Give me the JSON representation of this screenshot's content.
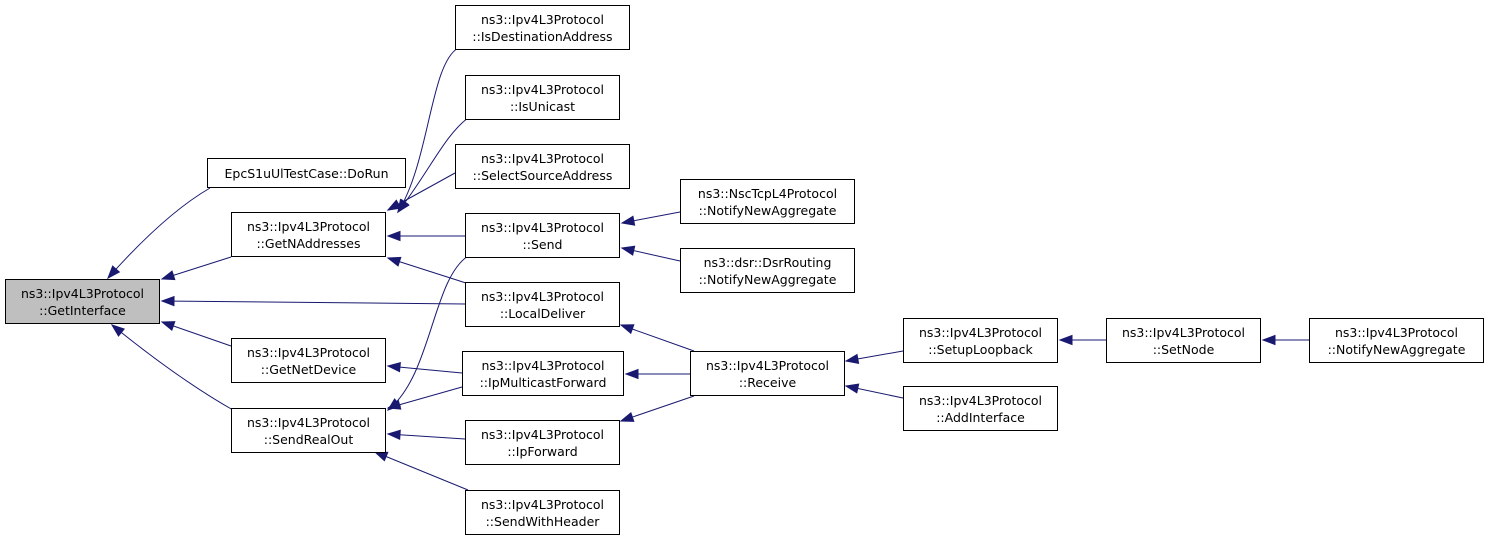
{
  "graph": {
    "edge_color": "#191970",
    "focus_fill": "#bfbfbf",
    "nodes": [
      {
        "id": "getinterface",
        "lines": [
          "ns3::Ipv4L3Protocol",
          "::GetInterface"
        ],
        "focus": true
      },
      {
        "id": "epcdorun",
        "lines": [
          "EpcS1uUlTestCase::DoRun"
        ]
      },
      {
        "id": "getnaddresses",
        "lines": [
          "ns3::Ipv4L3Protocol",
          "::GetNAddresses"
        ]
      },
      {
        "id": "getnetdevice",
        "lines": [
          "ns3::Ipv4L3Protocol",
          "::GetNetDevice"
        ]
      },
      {
        "id": "sendrealout",
        "lines": [
          "ns3::Ipv4L3Protocol",
          "::SendRealOut"
        ]
      },
      {
        "id": "isdestinationaddress",
        "lines": [
          "ns3::Ipv4L3Protocol",
          "::IsDestinationAddress"
        ]
      },
      {
        "id": "isunicast",
        "lines": [
          "ns3::Ipv4L3Protocol",
          "::IsUnicast"
        ]
      },
      {
        "id": "selectsourceaddress",
        "lines": [
          "ns3::Ipv4L3Protocol",
          "::SelectSourceAddress"
        ]
      },
      {
        "id": "send",
        "lines": [
          "ns3::Ipv4L3Protocol",
          "::Send"
        ]
      },
      {
        "id": "localdeliver",
        "lines": [
          "ns3::Ipv4L3Protocol",
          "::LocalDeliver"
        ]
      },
      {
        "id": "ipmulticastforward",
        "lines": [
          "ns3::Ipv4L3Protocol",
          "::IpMulticastForward"
        ]
      },
      {
        "id": "ipforward",
        "lines": [
          "ns3::Ipv4L3Protocol",
          "::IpForward"
        ]
      },
      {
        "id": "sendwithheader",
        "lines": [
          "ns3::Ipv4L3Protocol",
          "::SendWithHeader"
        ]
      },
      {
        "id": "nsctcp",
        "lines": [
          "ns3::NscTcpL4Protocol",
          "::NotifyNewAggregate"
        ]
      },
      {
        "id": "dsrrouting",
        "lines": [
          "ns3::dsr::DsrRouting",
          "::NotifyNewAggregate"
        ]
      },
      {
        "id": "receive",
        "lines": [
          "ns3::Ipv4L3Protocol",
          "::Receive"
        ]
      },
      {
        "id": "setuploopback",
        "lines": [
          "ns3::Ipv4L3Protocol",
          "::SetupLoopback"
        ]
      },
      {
        "id": "addinterface",
        "lines": [
          "ns3::Ipv4L3Protocol",
          "::AddInterface"
        ]
      },
      {
        "id": "setnode",
        "lines": [
          "ns3::Ipv4L3Protocol",
          "::SetNode"
        ]
      },
      {
        "id": "notifynewaggregate",
        "lines": [
          "ns3::Ipv4L3Protocol",
          "::NotifyNewAggregate"
        ]
      }
    ],
    "edges": [
      {
        "from": "epcdorun",
        "to": "getinterface"
      },
      {
        "from": "getnaddresses",
        "to": "getinterface"
      },
      {
        "from": "localdeliver",
        "to": "getinterface"
      },
      {
        "from": "getnetdevice",
        "to": "getinterface"
      },
      {
        "from": "sendrealout",
        "to": "getinterface"
      },
      {
        "from": "isdestinationaddress",
        "to": "getnaddresses"
      },
      {
        "from": "isunicast",
        "to": "getnaddresses"
      },
      {
        "from": "selectsourceaddress",
        "to": "getnaddresses"
      },
      {
        "from": "send",
        "to": "getnaddresses"
      },
      {
        "from": "localdeliver",
        "to": "getnaddresses"
      },
      {
        "from": "ipmulticastforward",
        "to": "getnetdevice"
      },
      {
        "from": "send",
        "to": "sendrealout"
      },
      {
        "from": "ipmulticastforward",
        "to": "sendrealout"
      },
      {
        "from": "ipforward",
        "to": "sendrealout"
      },
      {
        "from": "sendwithheader",
        "to": "sendrealout"
      },
      {
        "from": "nsctcp",
        "to": "send"
      },
      {
        "from": "dsrrouting",
        "to": "send"
      },
      {
        "from": "receive",
        "to": "localdeliver"
      },
      {
        "from": "receive",
        "to": "ipmulticastforward"
      },
      {
        "from": "receive",
        "to": "ipforward"
      },
      {
        "from": "setuploopback",
        "to": "receive"
      },
      {
        "from": "addinterface",
        "to": "receive"
      },
      {
        "from": "setnode",
        "to": "setuploopback"
      },
      {
        "from": "notifynewaggregate",
        "to": "setnode"
      }
    ]
  }
}
